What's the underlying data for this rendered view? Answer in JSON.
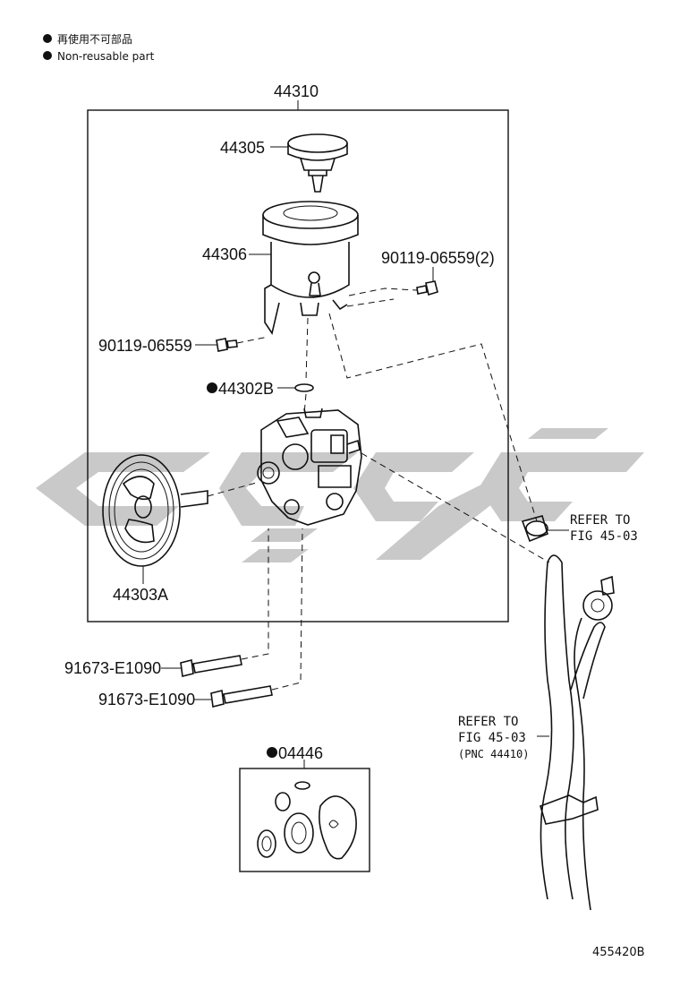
{
  "legend": {
    "line1": "再使用不可部品",
    "line2": "Non-reusable part"
  },
  "parts": {
    "assembly": "44310",
    "cap": "44305",
    "reservoir": "44306",
    "bolt_pair": "90119-06559(2)",
    "bolt_single": "90119-06559",
    "oring": "44302B",
    "pulley": "44303A",
    "bolt_a": "91673-E1090",
    "bolt_b": "91673-E1090",
    "gasket_kit": "04446"
  },
  "refer1": {
    "line1": "REFER TO",
    "line2": "FIG 45-03"
  },
  "refer2": {
    "line1": "REFER TO",
    "line2": "FIG 45-03",
    "line3": "(PNC 44410)"
  },
  "diagram_code": "455420B",
  "colors": {
    "line": "#111111",
    "watermark": "#c9c9c9"
  },
  "icons": {
    "non_reusable_marker": "filled-circle-icon"
  }
}
